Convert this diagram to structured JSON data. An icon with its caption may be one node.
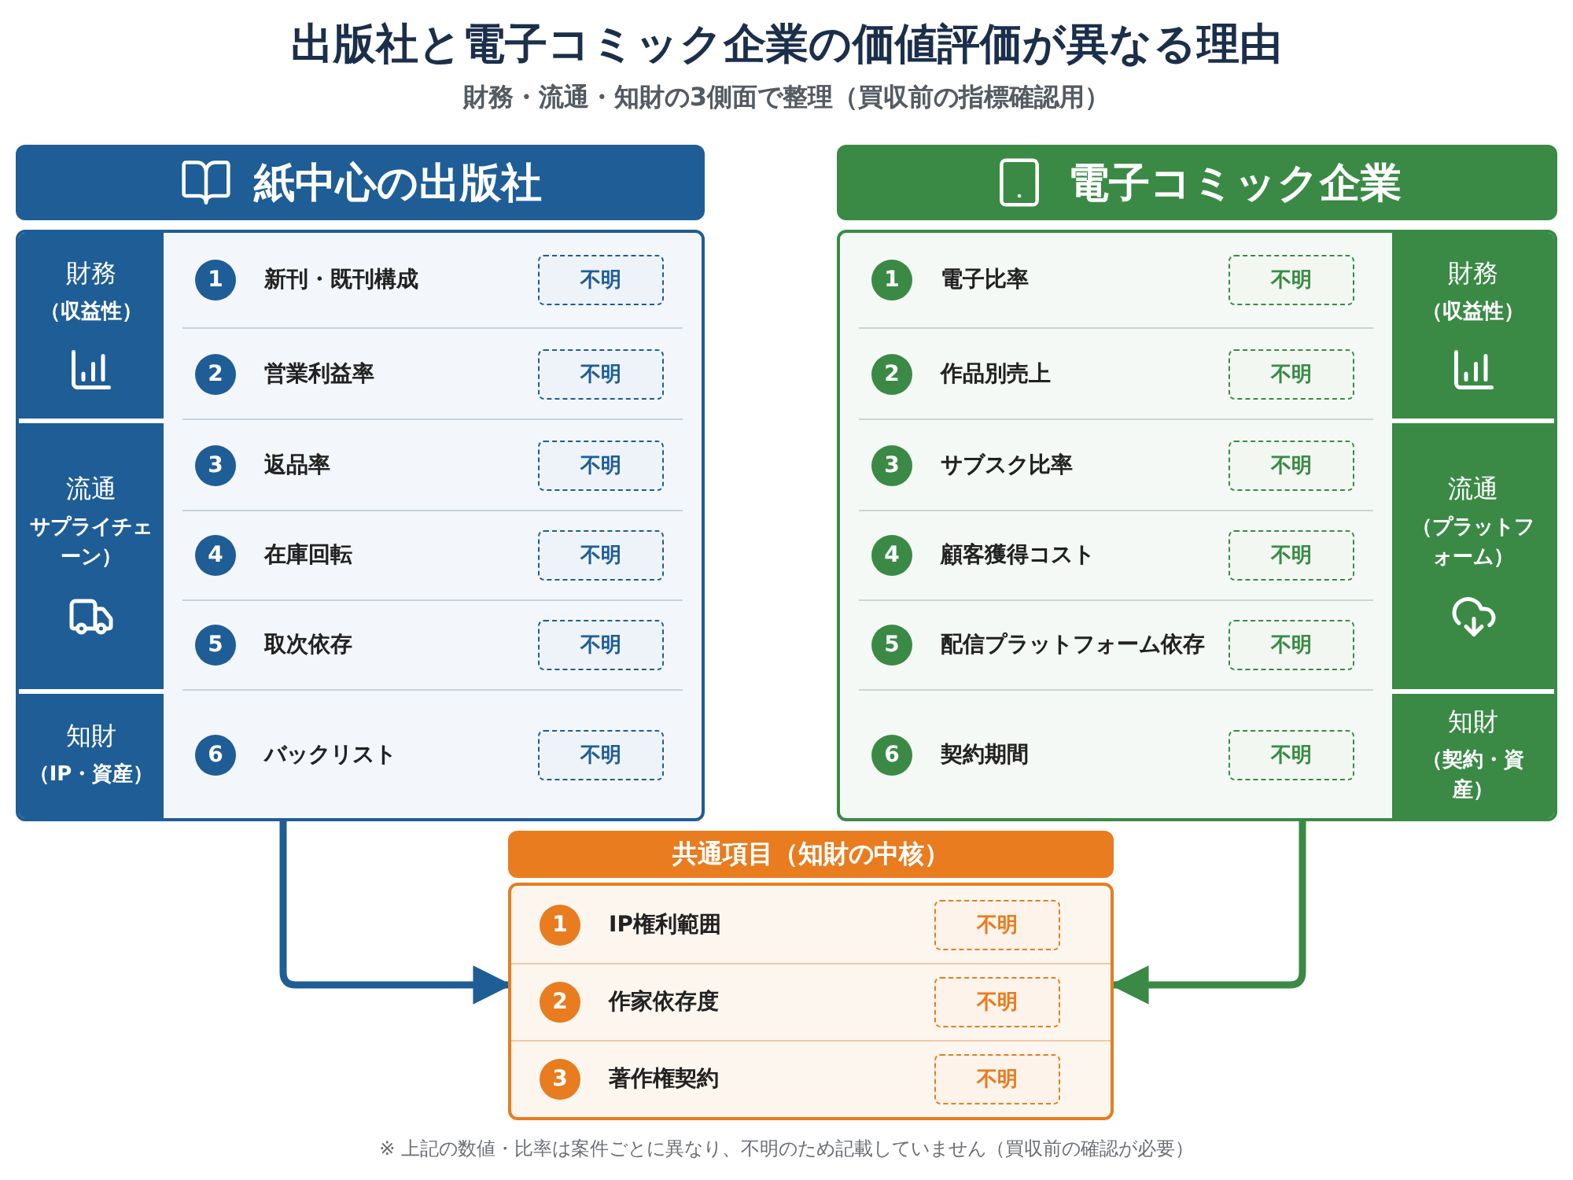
{
  "diagram": {
    "title": "出版社と電子コミック企業の価値評価が異なる理由",
    "caption": "※ 上記の数値・比率は案件ごとに異なり、不明のため記載していません（買収前の確認が必要）",
    "labels": [
      "財務・流通・知財の3側面で整理（買収前の指標確認用）"
    ],
    "nodes": [
      {
        "text": [
          "紙中心の出版社"
        ]
      },
      {
        "text": [
          "財務",
          "（収益性）"
        ],
        "in": 0
      },
      {
        "text": [
          "流通",
          "サプライチェーン）"
        ],
        "in": 0
      },
      {
        "text": [
          "知財",
          "（IP・資産）"
        ],
        "in": 0
      },
      {
        "text": [
          "新刊・既刊構成"
        ],
        "in": 0
      },
      {
        "text": [
          "1"
        ],
        "in": 4
      },
      {
        "text": [
          "不明"
        ],
        "in": 4
      },
      {
        "text": [
          "営業利益率"
        ],
        "in": 0
      },
      {
        "text": [
          "2"
        ],
        "in": 7
      },
      {
        "text": [
          "不明"
        ],
        "in": 7
      },
      {
        "text": [
          "返品率"
        ],
        "in": 0
      },
      {
        "text": [
          "3"
        ],
        "in": 10
      },
      {
        "text": [
          "不明"
        ],
        "in": 10
      },
      {
        "text": [
          "在庫回転"
        ],
        "in": 0
      },
      {
        "text": [
          "4"
        ],
        "in": 13
      },
      {
        "text": [
          "不明"
        ],
        "in": 13
      },
      {
        "text": [
          "取次依存"
        ],
        "in": 0
      },
      {
        "text": [
          "5"
        ],
        "in": 16
      },
      {
        "text": [
          "不明"
        ],
        "in": 16
      },
      {
        "text": [
          "バックリスト"
        ],
        "in": 0
      },
      {
        "text": [
          "6"
        ],
        "in": 19
      },
      {
        "text": [
          "不明"
        ],
        "in": 19
      },
      {
        "text": [
          "電子コミック企業"
        ]
      },
      {
        "text": [
          "電子比率"
        ],
        "in": 22
      },
      {
        "text": [
          "1"
        ],
        "in": 23
      },
      {
        "text": [
          "不明"
        ],
        "in": 23
      },
      {
        "text": [
          "作品別売上"
        ],
        "in": 22
      },
      {
        "text": [
          "2"
        ],
        "in": 26
      },
      {
        "text": [
          "不明"
        ],
        "in": 26
      },
      {
        "text": [
          "サブスク比率"
        ],
        "in": 22
      },
      {
        "text": [
          "3"
        ],
        "in": 29
      },
      {
        "text": [
          "不明"
        ],
        "in": 29
      },
      {
        "text": [
          "顧客獲得コスト"
        ],
        "in": 22
      },
      {
        "text": [
          "4"
        ],
        "in": 32
      },
      {
        "text": [
          "不明"
        ],
        "in": 32
      },
      {
        "text": [
          "配信プラットフォーム依存"
        ],
        "in": 22
      },
      {
        "text": [
          "5"
        ],
        "in": 35
      },
      {
        "text": [
          "不明"
        ],
        "in": 35
      },
      {
        "text": [
          "契約期間"
        ],
        "in": 22
      },
      {
        "text": [
          "6"
        ],
        "in": 38
      },
      {
        "text": [
          "不明"
        ],
        "in": 38
      },
      {
        "text": [
          "財務",
          "（収益性）"
        ],
        "in": 22
      },
      {
        "text": [
          "流通",
          "（プラットフォーム）"
        ],
        "in": 22
      },
      {
        "text": [
          "知財",
          "（契約・資産）"
        ],
        "in": 22
      },
      {
        "text": [
          "共通項目（知財の中核）"
        ]
      },
      {
        "text": [
          "IP権利範囲"
        ],
        "in": 44
      },
      {
        "text": [
          "1"
        ],
        "in": 45
      },
      {
        "text": [
          "不明"
        ],
        "in": 45
      },
      {
        "text": [
          "作家依存度"
        ],
        "in": 44
      },
      {
        "text": [
          "2"
        ],
        "in": 48
      },
      {
        "text": [
          "不明"
        ],
        "in": 48
      },
      {
        "text": [
          "著作権契約"
        ],
        "in": 44
      },
      {
        "text": [
          "3"
        ],
        "in": 51
      },
      {
        "text": [
          "不明"
        ],
        "in": 51
      }
    ],
    "edges": [
      {
        "from": 0,
        "to": 44,
        "arrow": "to",
        "color": "#1f5d96"
      },
      {
        "from": 22,
        "to": 44,
        "arrow": "to",
        "color": "#3a8a45"
      }
    ]
  }
}
